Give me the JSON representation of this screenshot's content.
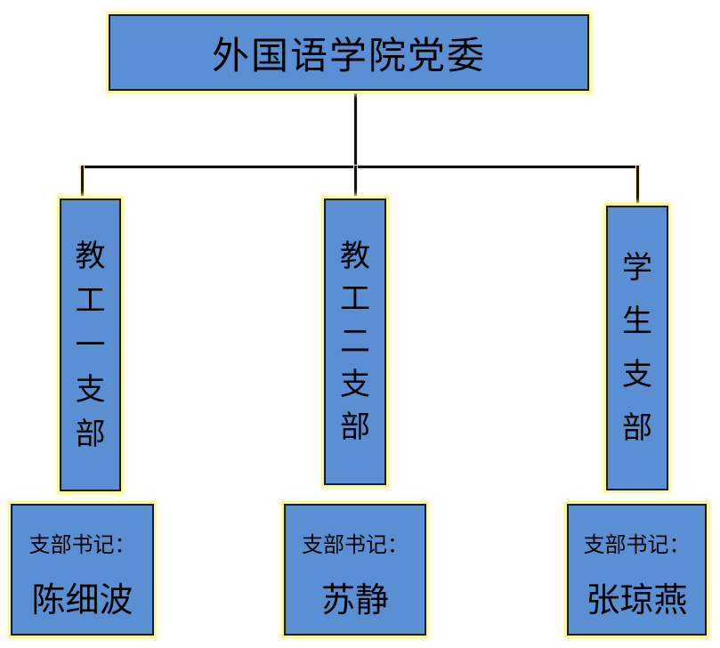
{
  "org_chart": {
    "root": {
      "label": "外国语学院党委"
    },
    "branches": [
      {
        "label_chars": [
          "教",
          "工",
          "一",
          "支",
          "部"
        ],
        "secretary_label": "支部书记：",
        "secretary_name": "陈细波"
      },
      {
        "label_chars": [
          "教",
          "工",
          "二",
          "支",
          "部"
        ],
        "secretary_label": "支部书记：",
        "secretary_name": "苏静"
      },
      {
        "label_chars": [
          "学",
          "生",
          "支",
          "部"
        ],
        "secretary_label": "支部书记：",
        "secretary_name": "张琼燕"
      }
    ]
  }
}
